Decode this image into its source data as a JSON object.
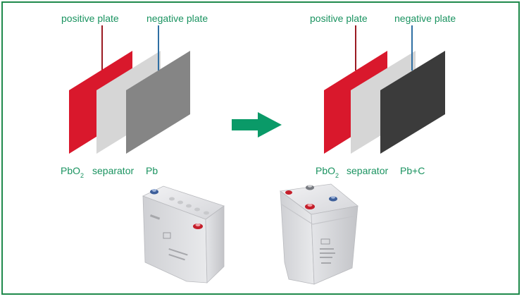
{
  "left_diagram": {
    "positive_label": "positive plate",
    "negative_label": "negative plate",
    "positive_material_base": "PbO",
    "positive_material_sub": "2",
    "separator_label": "separator",
    "negative_material": "Pb",
    "negative_plate_color": "#858585"
  },
  "right_diagram": {
    "positive_label": "positive plate",
    "negative_label": "negative plate",
    "positive_material_base": "PbO",
    "positive_material_sub": "2",
    "separator_label": "separator",
    "negative_material": "Pb+C",
    "negative_plate_color": "#3b3b3b"
  },
  "colors": {
    "label_green": "#1a9360",
    "frame_green": "#1f8a4c",
    "arrow_green": "#0a9a68",
    "positive_red": "#d9182c",
    "positive_lead": "#9b1a22",
    "negative_lead": "#2f6fa3",
    "separator_gray": "#d6d6d6"
  },
  "icons": [
    "right-arrow-icon",
    "battery-12v-image",
    "battery-2v-image"
  ]
}
